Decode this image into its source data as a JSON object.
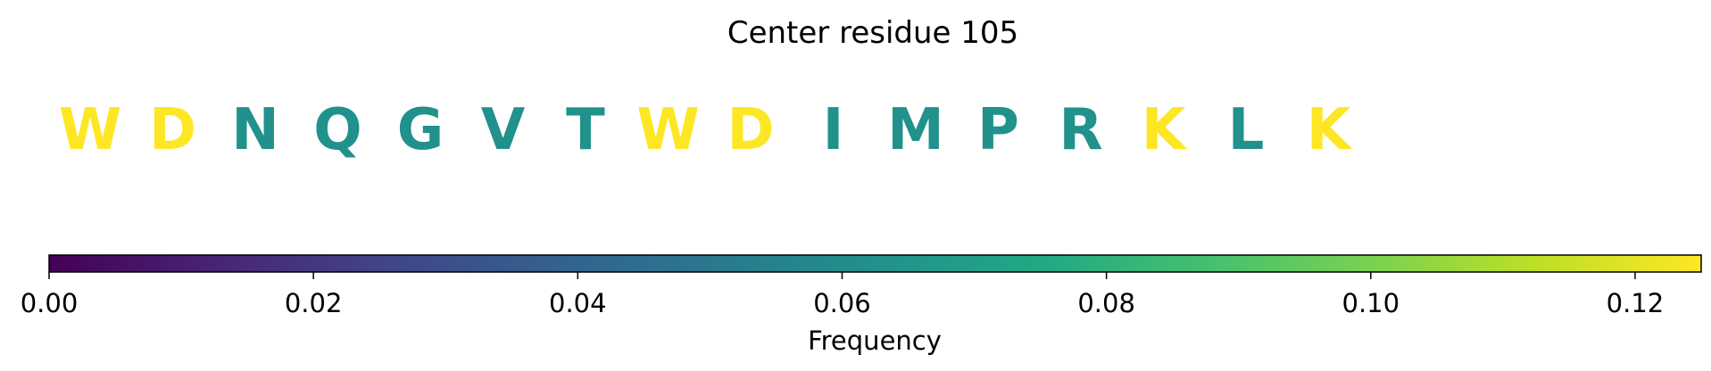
{
  "chart_data": {
    "type": "heatmap",
    "title": "Center residue 105",
    "residues": [
      {
        "letter": "W",
        "frequency": 0.125
      },
      {
        "letter": "D",
        "frequency": 0.125
      },
      {
        "letter": "N",
        "frequency": 0.0625
      },
      {
        "letter": "Q",
        "frequency": 0.0625
      },
      {
        "letter": "G",
        "frequency": 0.0625
      },
      {
        "letter": "V",
        "frequency": 0.0625
      },
      {
        "letter": "T",
        "frequency": 0.0625
      },
      {
        "letter": "W",
        "frequency": 0.125
      },
      {
        "letter": "D",
        "frequency": 0.125
      },
      {
        "letter": "I",
        "frequency": 0.0625
      },
      {
        "letter": "M",
        "frequency": 0.0625
      },
      {
        "letter": "P",
        "frequency": 0.0625
      },
      {
        "letter": "R",
        "frequency": 0.0625
      },
      {
        "letter": "K",
        "frequency": 0.125
      },
      {
        "letter": "L",
        "frequency": 0.0625
      },
      {
        "letter": "K",
        "frequency": 0.125
      }
    ],
    "colorbar": {
      "label": "Frequency",
      "range": [
        0,
        0.125
      ],
      "ticks": [
        0.0,
        0.02,
        0.04,
        0.06,
        0.08,
        0.1,
        0.12
      ],
      "tick_labels": [
        "0.00",
        "0.02",
        "0.04",
        "0.06",
        "0.08",
        "0.10",
        "0.12"
      ],
      "colormap": "viridis"
    }
  }
}
